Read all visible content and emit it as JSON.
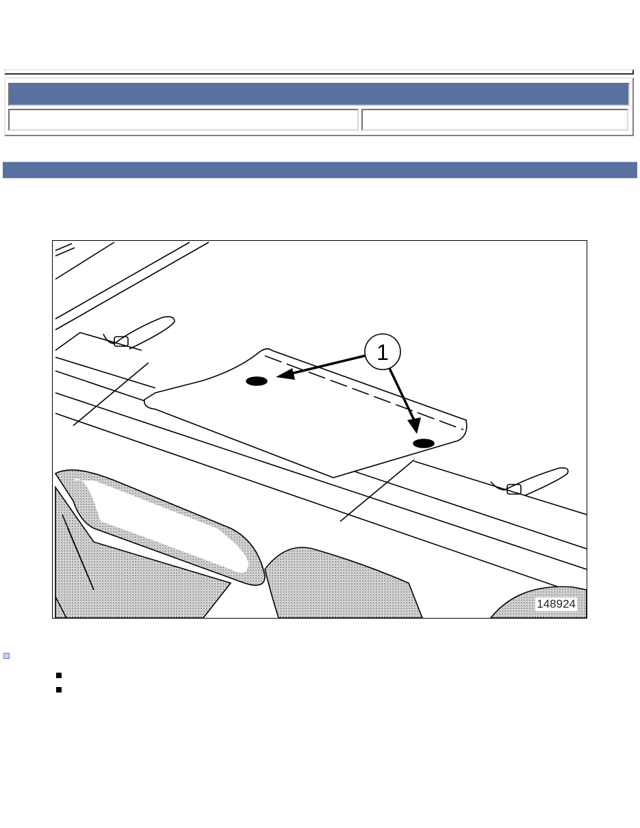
{
  "header": {
    "title": "",
    "cell_left": "",
    "cell_right": ""
  },
  "section": {
    "title": ""
  },
  "figure": {
    "callout_label": "1",
    "figure_number": "148924",
    "description": "Line drawing of vehicle rear parcel shelf/roof area with cover plate; callout 1 points to two fixing holes"
  },
  "instructions": {
    "main_text": "",
    "sub_items": [
      "",
      ""
    ]
  },
  "colors": {
    "header_blue": "#5a70a0",
    "bevel_light": "#e8e8e8",
    "bevel_dark": "#808080"
  }
}
